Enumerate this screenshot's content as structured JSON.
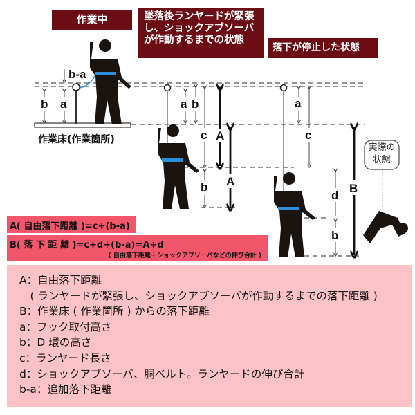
{
  "headers": {
    "working": "作業中",
    "tensioned": "墜落後ランヤードが緊張し、ショックアブソーバが作動するまでの状態",
    "stopped": "落下が停止した状態"
  },
  "diagram": {
    "floor_label": "作業床(作業箇所)",
    "actual_label": "実際の状態",
    "labels": {
      "b_minus_a": "b-a",
      "b": "b",
      "a": "a",
      "c": "c",
      "d": "d",
      "A": "A",
      "B": "B"
    }
  },
  "formulas": {
    "A": "A( 自由落下距離 )=c+(b-a)",
    "B": "B( 落 下 距 離 )=c+d+(b-a)=A+d",
    "B_note": "( 自由落下距離＋ショックアブソーバなどの伸び合計 )"
  },
  "legend": [
    "A：自由落下距離",
    "　( ランヤードが緊張し、ショックアブソーバが作動するまでの落下距離 )",
    "B：作業床 ( 作業箇所 ) からの落下距離",
    "a：フック取付高さ",
    "b：D 環の高さ",
    "c：ランヤード長さ",
    "d：ショックアブソーバ、胴ベルト。ランヤードの伸び合計",
    "b-a：追加落下距離"
  ],
  "colors": {
    "header_bg": "#6b0d12",
    "formula_bg": "#f2566a",
    "legend_bg": "#fbc3c8",
    "lanyard": "#2a8fd8"
  }
}
